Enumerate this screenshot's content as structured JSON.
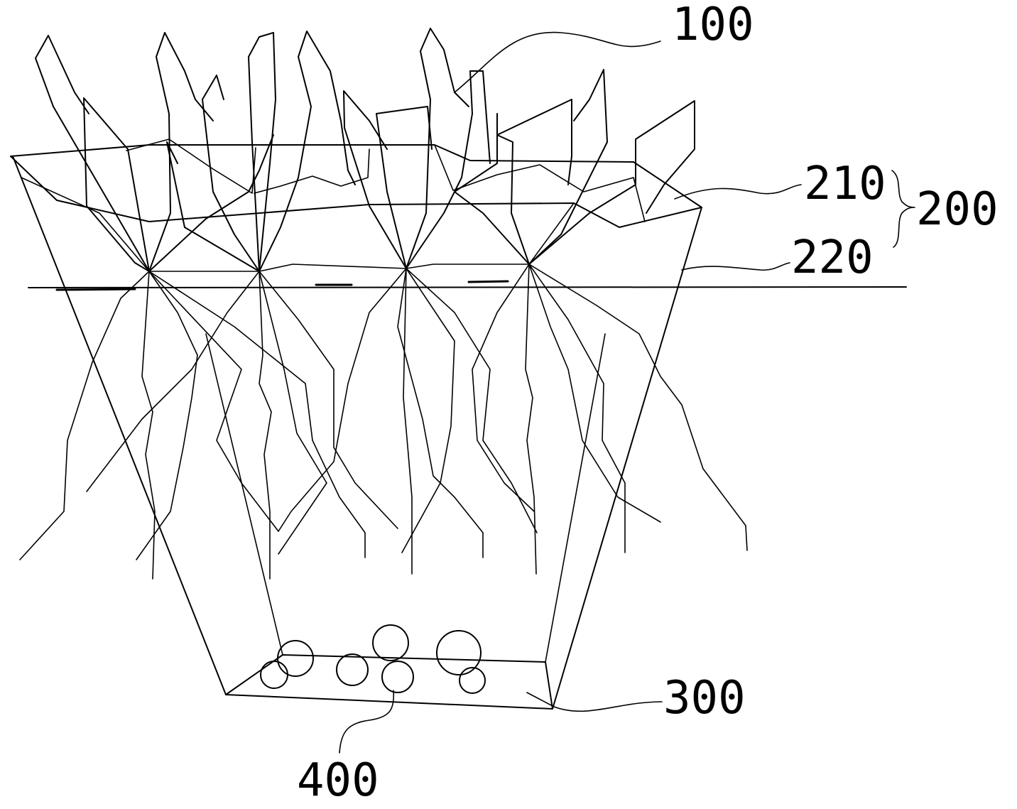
{
  "figure": {
    "labels": {
      "plant_group": "100",
      "upper_layer": "210",
      "lower_layer": "220",
      "floating_bed": "200",
      "basket": "300",
      "weights": "400"
    }
  }
}
